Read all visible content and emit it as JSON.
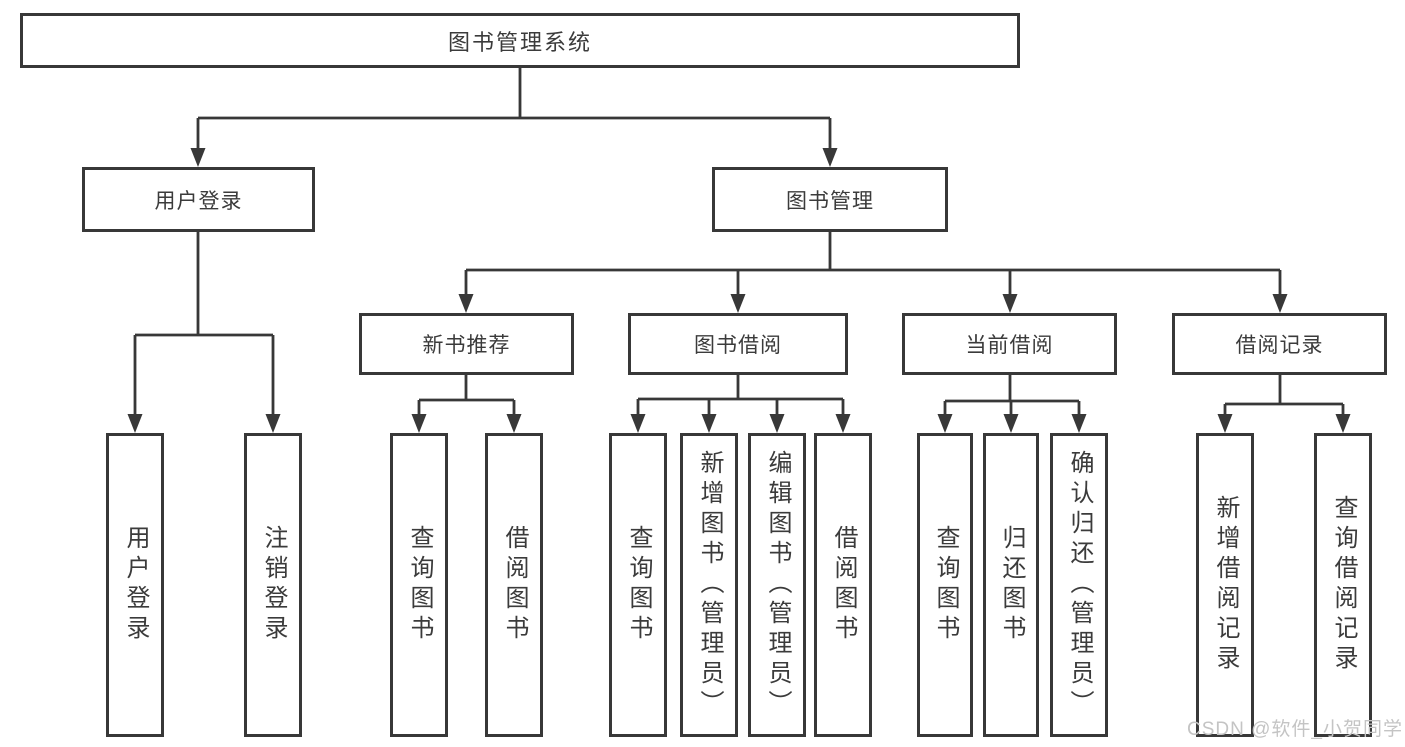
{
  "tree": {
    "root": {
      "label": "图书管理系统"
    },
    "branches": [
      {
        "label": "用户登录",
        "children": [
          {
            "label": "用户登录"
          },
          {
            "label": "注销登录"
          }
        ]
      },
      {
        "label": "图书管理",
        "children": [
          {
            "label": "新书推荐",
            "children": [
              {
                "label": "查询图书"
              },
              {
                "label": "借阅图书"
              }
            ]
          },
          {
            "label": "图书借阅",
            "children": [
              {
                "label": "查询图书"
              },
              {
                "label": "新增图书（管理员）"
              },
              {
                "label": "编辑图书（管理员）"
              },
              {
                "label": "借阅图书"
              }
            ]
          },
          {
            "label": "当前借阅",
            "children": [
              {
                "label": "查询图书"
              },
              {
                "label": "归还图书"
              },
              {
                "label": "确认归还（管理员）"
              }
            ]
          },
          {
            "label": "借阅记录",
            "children": [
              {
                "label": "新增借阅记录"
              },
              {
                "label": "查询借阅记录"
              }
            ]
          }
        ]
      }
    ]
  },
  "watermark": {
    "text": "CSDN @软件_小贺同学"
  },
  "colors": {
    "line": "#383838",
    "text": "#3b3b3b",
    "background": "#ffffff",
    "watermark": "#c4c4c4"
  }
}
